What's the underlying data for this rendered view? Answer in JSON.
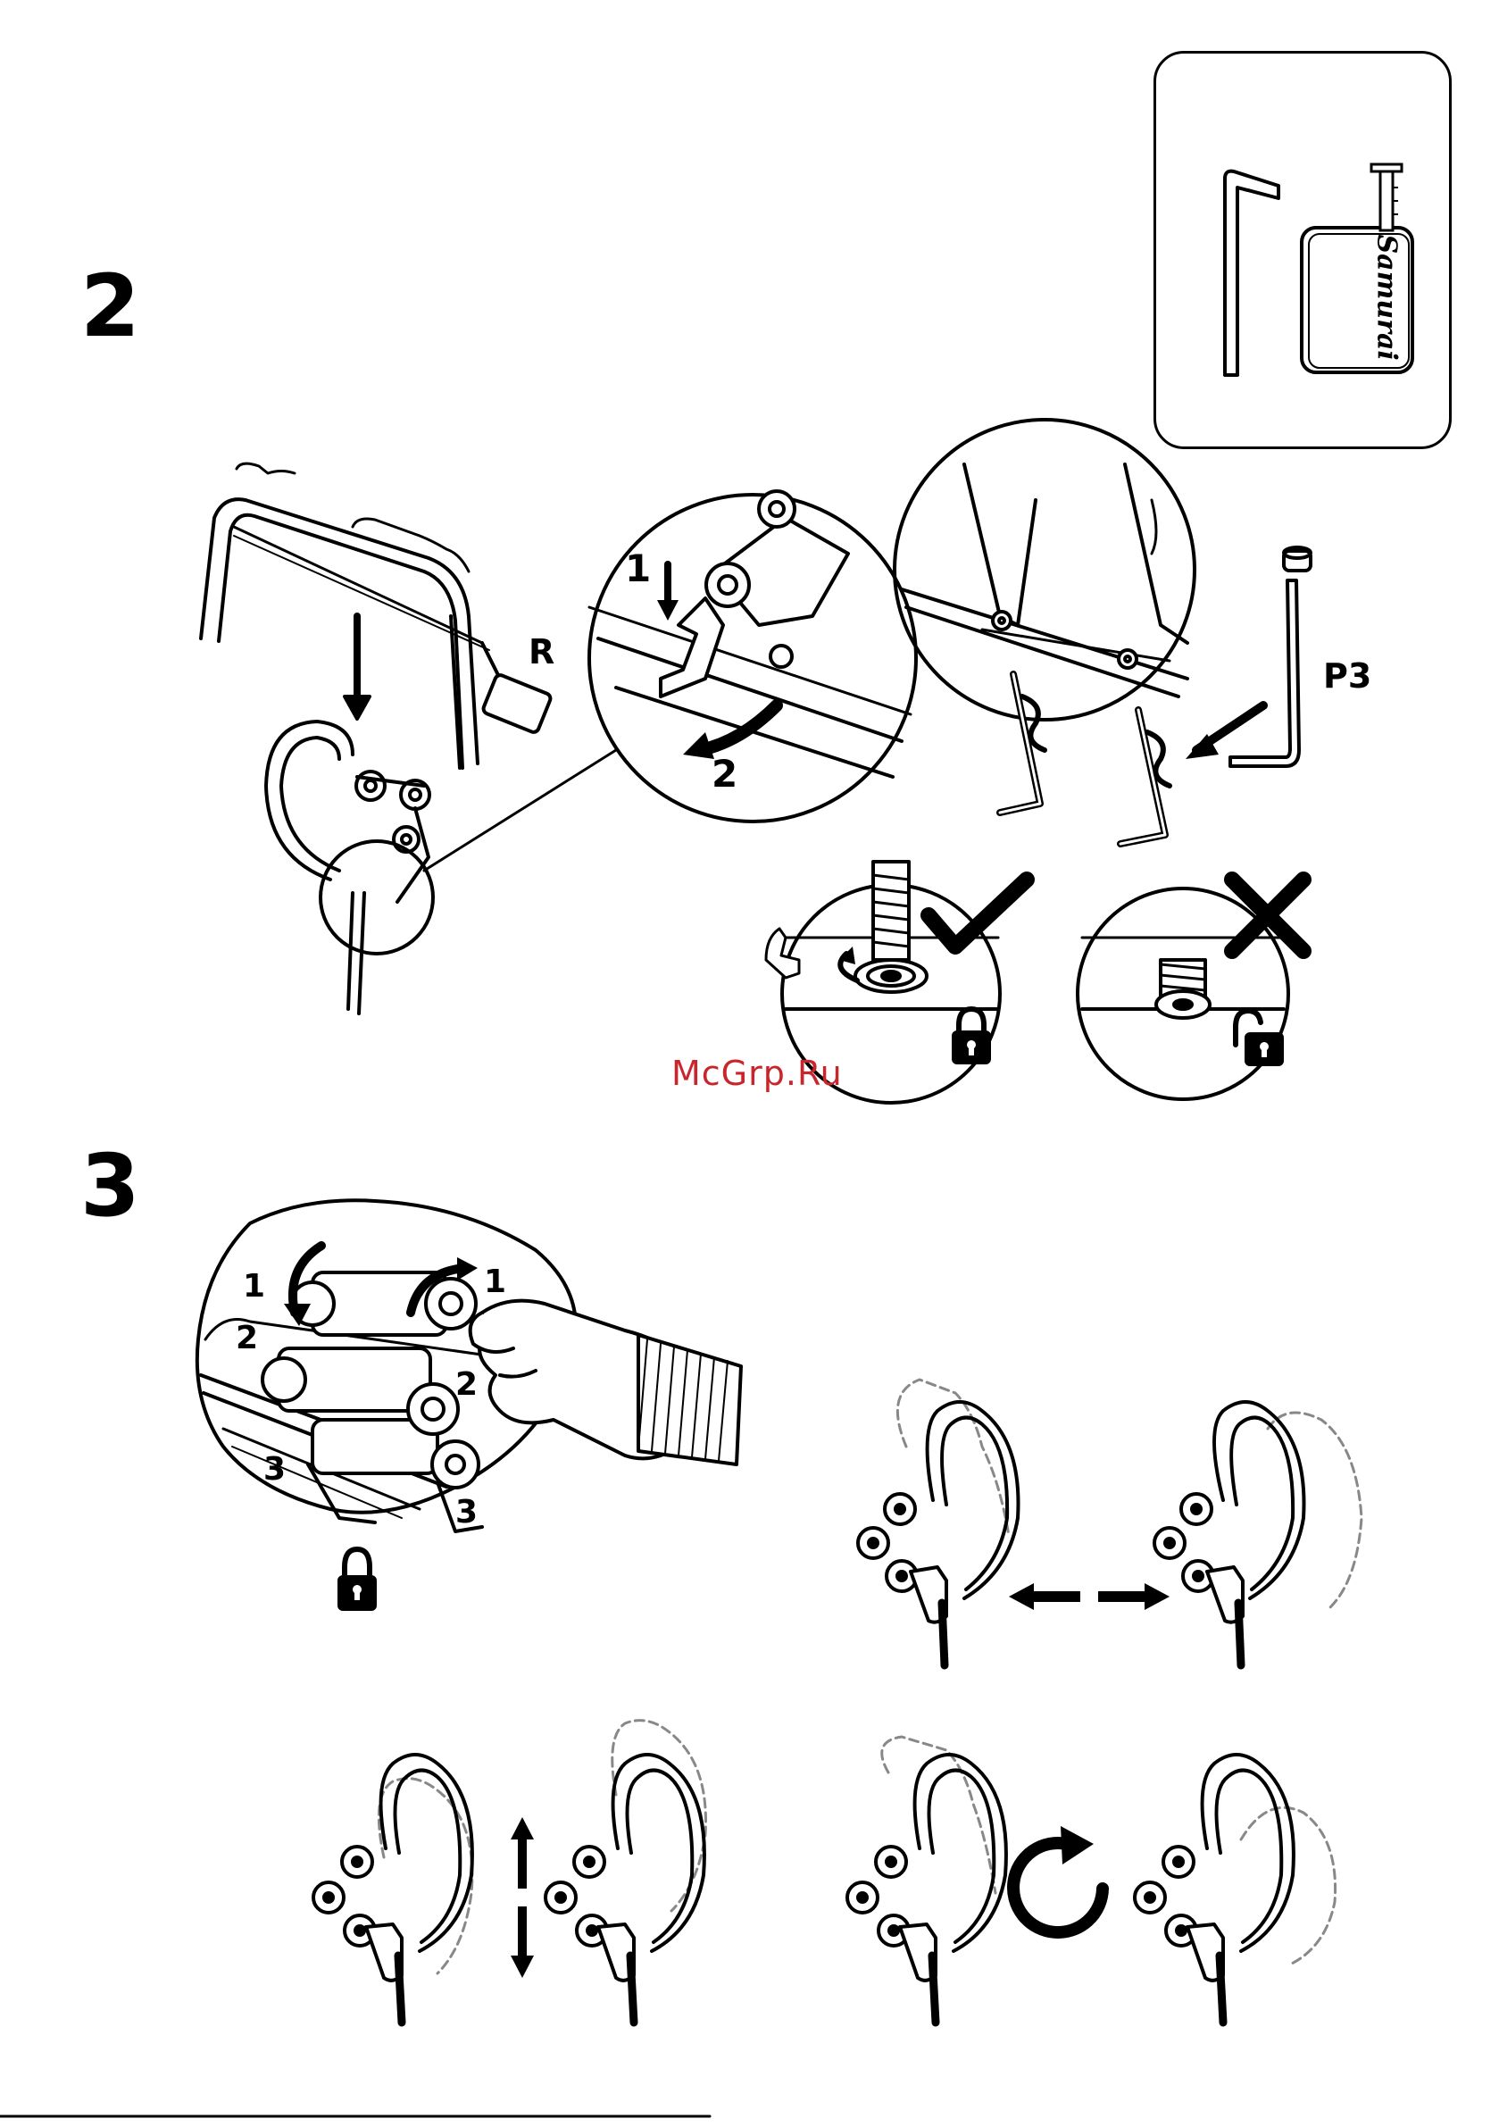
{
  "steps": {
    "step2": {
      "number": "2"
    },
    "step3": {
      "number": "3"
    }
  },
  "tools": {
    "tape_brand": "Samurai"
  },
  "labels": {
    "side_r": "R",
    "part_p3": "P3",
    "seq_1": "1",
    "seq_2": "2",
    "seq_3": "3"
  },
  "watermark": "McGrp.Ru",
  "colors": {
    "line": "#000000",
    "watermark": "#c8262c",
    "dashed": "#888888"
  }
}
